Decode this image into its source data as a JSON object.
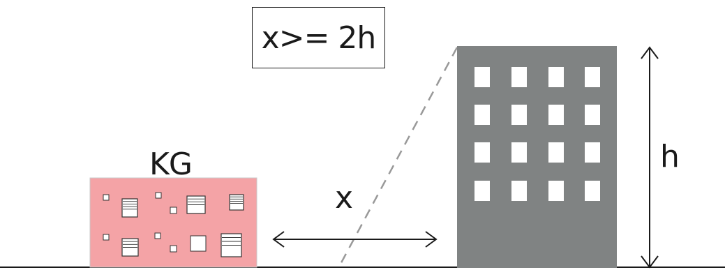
{
  "formula": "x>= 2h",
  "labels": {
    "kindergarten": "KG",
    "distance": "x",
    "height": "h"
  },
  "colors": {
    "kindergarten_fill": "#f4a3a6",
    "tower_fill": "#808383",
    "window_fill": "#ffffff",
    "line_color": "#1a1a1a",
    "dashed_line": "#999999"
  }
}
